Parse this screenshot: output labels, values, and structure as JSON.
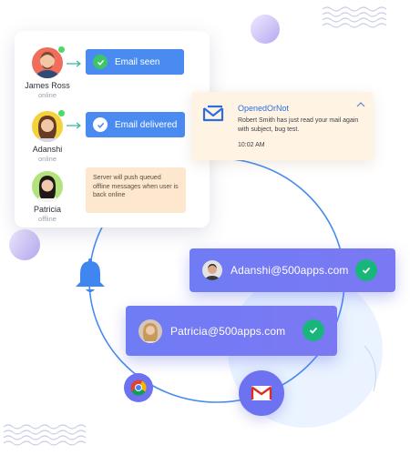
{
  "users": [
    {
      "name": "James Ross",
      "status": "online",
      "message": "Email seen"
    },
    {
      "name": "Adanshi",
      "status": "online",
      "message": "Email delivered"
    },
    {
      "name": "Patricia",
      "status": "offline",
      "message": "Server will push queued offline messages when user is back online"
    }
  ],
  "notification": {
    "title": "OpenedOrNot",
    "body": "Robert Smith has just read your mail again with subject, bug test.",
    "time": "10:02 AM"
  },
  "emails": [
    {
      "address": "Adanshi@500apps.com"
    },
    {
      "address": "Patricia@500apps.com"
    }
  ],
  "icons": {
    "bell": "bell-icon",
    "chrome": "chrome-icon",
    "gmail": "gmail-icon",
    "mail": "mail-icon"
  },
  "colors": {
    "accent_blue": "#4a8bf1",
    "accent_purple": "#6d73f0",
    "success_green": "#19b67b",
    "note_bg": "#fde7cf",
    "notification_bg": "#fff4e4"
  }
}
